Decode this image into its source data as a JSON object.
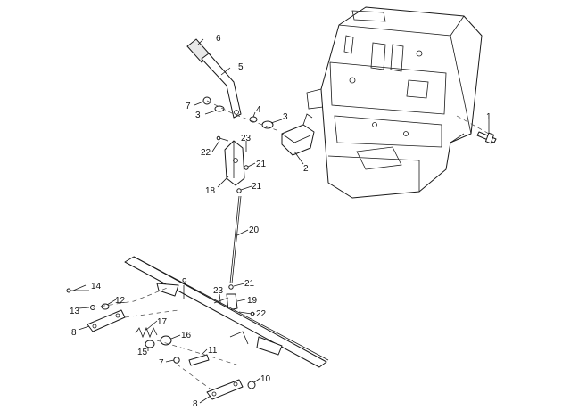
{
  "callouts": {
    "c1": "1",
    "c2": "2",
    "c3a": "3",
    "c3b": "3",
    "c4": "4",
    "c5": "5",
    "c6": "6",
    "c7a": "7",
    "c7b": "7",
    "c8a": "8",
    "c8b": "8",
    "c9": "9",
    "c10": "10",
    "c11": "11",
    "c12": "12",
    "c13": "13",
    "c14": "14",
    "c15": "15",
    "c16": "16",
    "c17": "17",
    "c18": "18",
    "c19": "19",
    "c20": "20",
    "c21a": "21",
    "c21b": "21",
    "c21c": "21",
    "c22a": "22",
    "c22b": "22",
    "c23a": "23",
    "c23b": "23"
  },
  "colors": {
    "line": "#1a1a1a",
    "background": "#ffffff"
  }
}
